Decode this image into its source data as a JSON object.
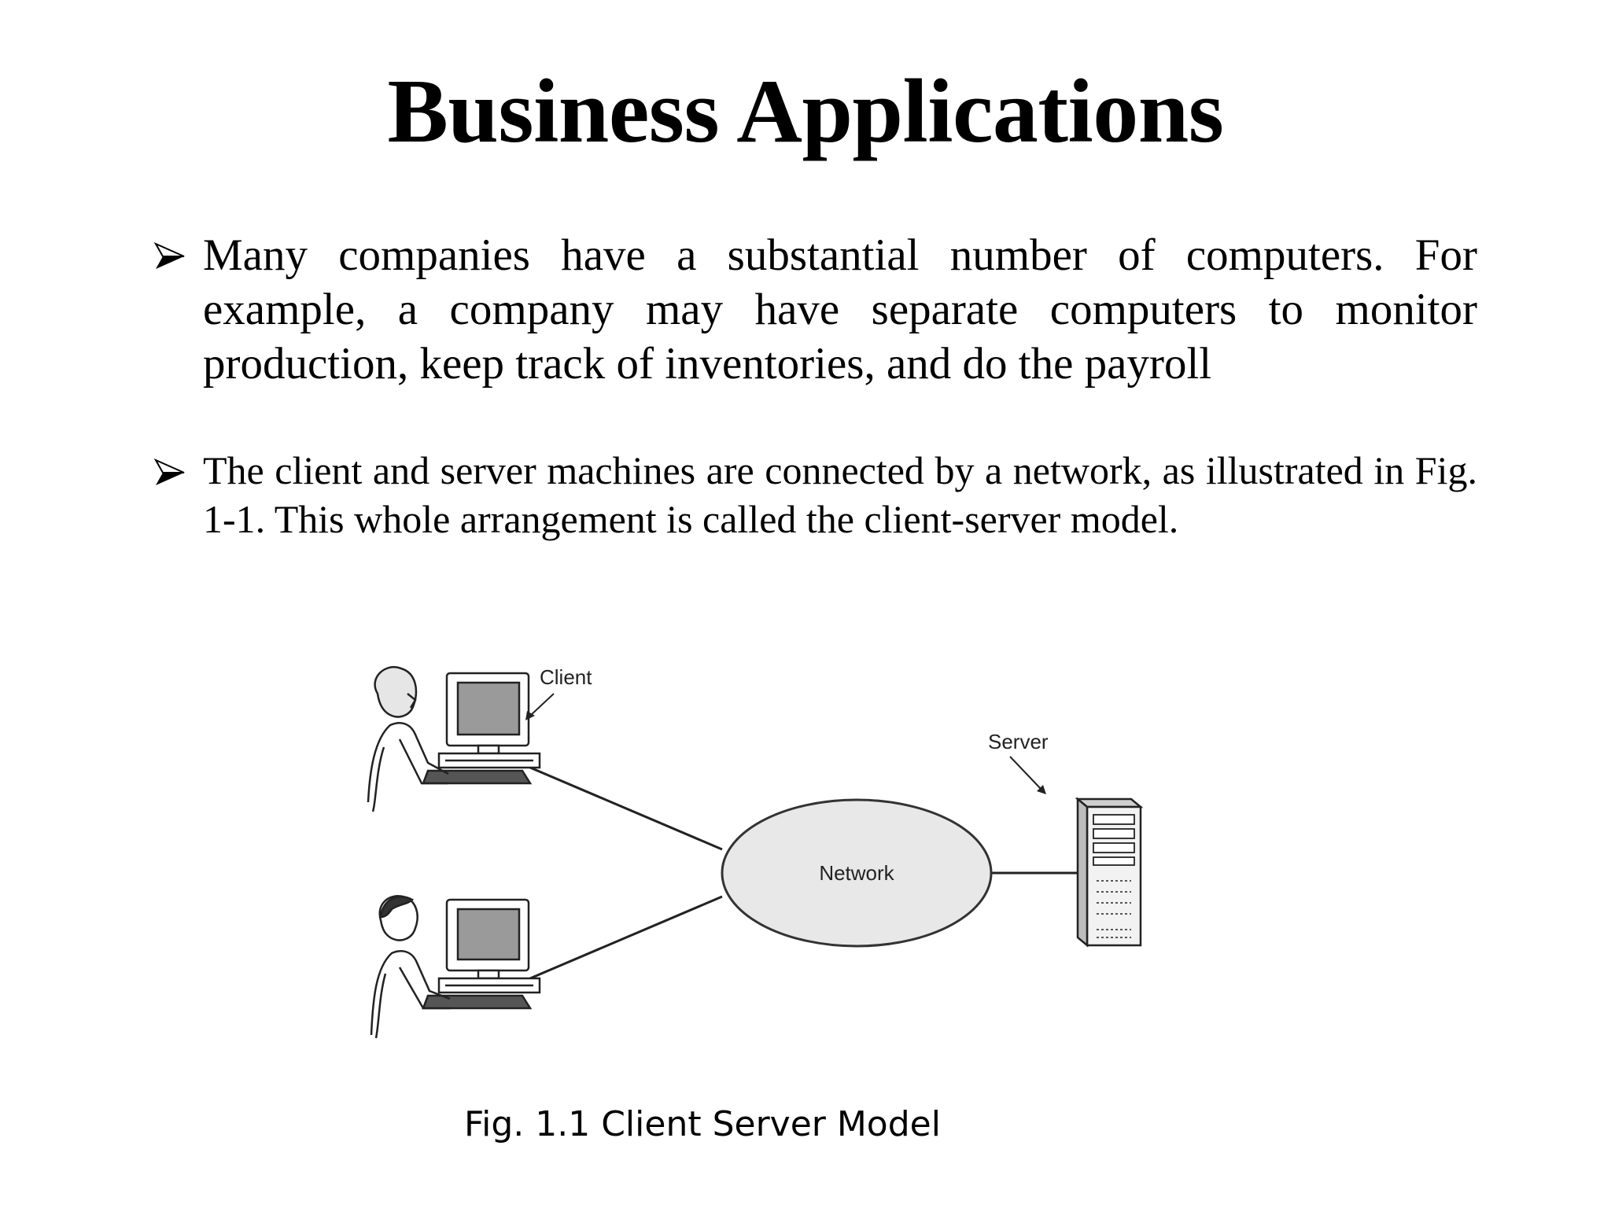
{
  "slide": {
    "title": "Business Applications",
    "bullets": [
      {
        "marker_icon": "arrowhead-bullet-icon",
        "text": "Many companies have a substantial number of computers. For example, a company may have separate computers to monitor production, keep track of inventories, and do the payroll"
      },
      {
        "marker_icon": "arrowhead-bullet-icon",
        "text": "The client and server machines are connected by a network, as illustrated in Fig. 1-1. This whole arrangement is called the client-server model."
      }
    ]
  },
  "diagram": {
    "labels": {
      "client": "Client",
      "server": "Server",
      "network": "Network"
    },
    "icons": [
      "person-at-computer-icon",
      "person-at-computer-icon",
      "network-cloud-icon",
      "server-tower-icon"
    ],
    "colors": {
      "network_fill": "#e8e8e8",
      "screen_fill": "#9a9a9a",
      "line": "#222222"
    }
  },
  "caption": "Fig. 1.1 Client Server Model"
}
